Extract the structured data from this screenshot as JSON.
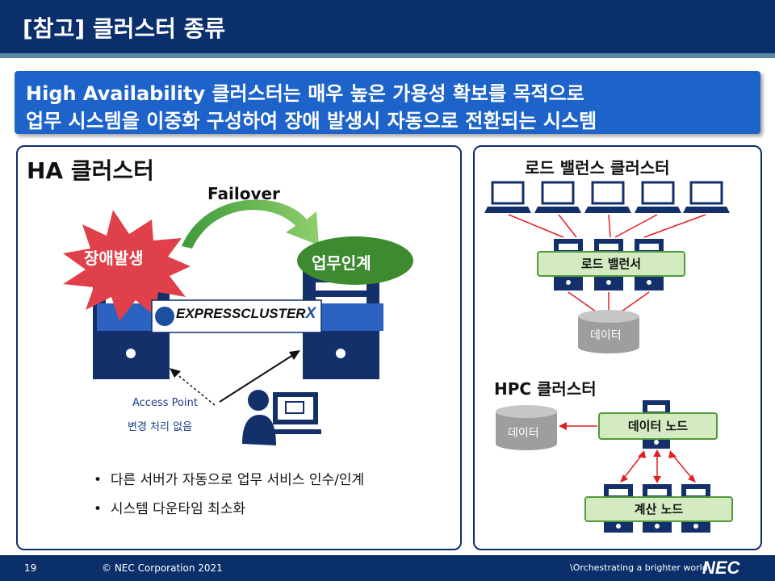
{
  "header": {
    "title": "[참고] 클러스터 종류"
  },
  "banner": {
    "line1": "High Availability 클러스터는 매우 높은 가용성 확보를 목적으로",
    "line2": "업무 시스템을 이중화 구성하여 장애 발생시 자동으로 전환되는 시스템"
  },
  "ha": {
    "title": "HA 클러스터",
    "failover": "Failover",
    "incident": "장애발생",
    "takeover": "업무인계",
    "product": "EXPRESSCLUSTER",
    "product_x": "X",
    "access_line1": "Access Point",
    "access_line2": "변경 처리 없음",
    "bullets": [
      "다른 서버가 자동으로 업무 서비스 인수/인계",
      "시스템 다운타임 최소화"
    ]
  },
  "lb": {
    "title": "로드 밸런스 클러스터",
    "balancer": "로드 밸런서",
    "data": "데이터"
  },
  "hpc": {
    "title": "HPC 클러스터",
    "data": "데이터",
    "data_node": "데이터 노드",
    "compute_node": "계산 노드"
  },
  "footer": {
    "page": "19",
    "copyright": "© NEC Corporation 2021",
    "tagline": "\\Orchestrating a brighter world",
    "logo": "NEC"
  },
  "colors": {
    "navy": "#0b2f6b",
    "banner_blue": "#1d63c9",
    "alert_red": "#e0404a",
    "green": "#4f9a3a",
    "arrow_red": "#e02020"
  }
}
